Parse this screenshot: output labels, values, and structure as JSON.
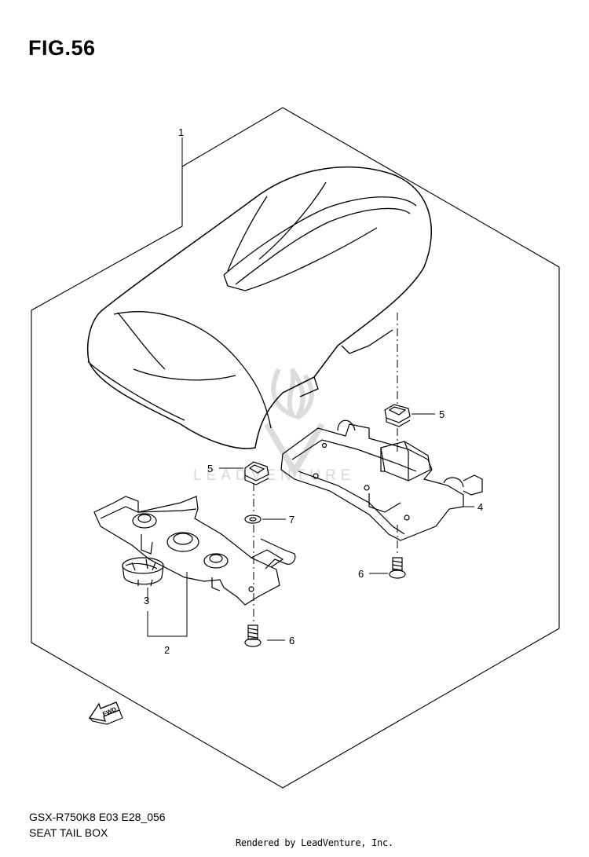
{
  "figure": {
    "title": "FIG.56",
    "model_code": "GSX-R750K8 E03 E28_056",
    "caption": "SEAT TAIL BOX",
    "credit": "Rendered by LeadVenture, Inc."
  },
  "watermark": {
    "text": "LEADVENTURE"
  },
  "direction": {
    "label": "FWD"
  },
  "callouts": [
    {
      "id": "c1",
      "label": "1"
    },
    {
      "id": "c2",
      "label": "2"
    },
    {
      "id": "c3",
      "label": "3"
    },
    {
      "id": "c4",
      "label": "4"
    },
    {
      "id": "c5a",
      "label": "5"
    },
    {
      "id": "c5b",
      "label": "5"
    },
    {
      "id": "c6a",
      "label": "6"
    },
    {
      "id": "c6b",
      "label": "6"
    },
    {
      "id": "c7",
      "label": "7"
    }
  ]
}
